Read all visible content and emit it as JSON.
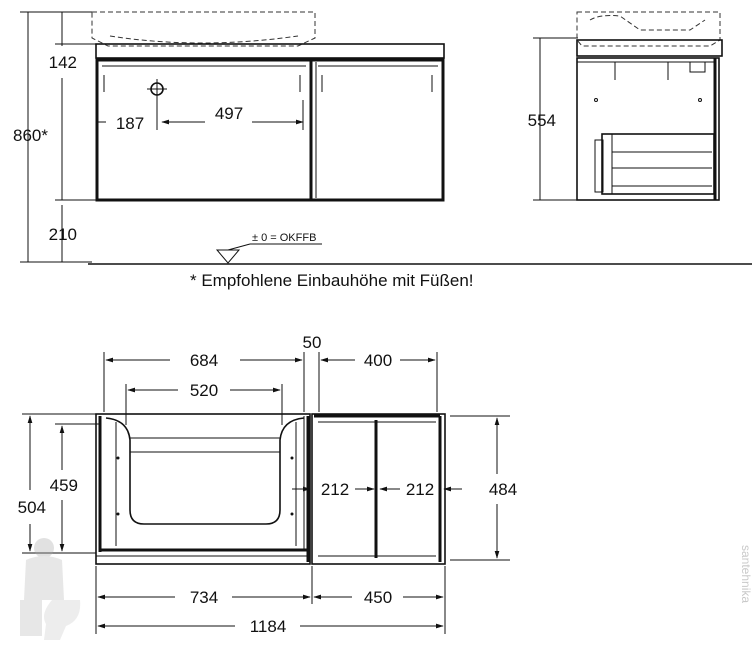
{
  "front_view": {
    "dims": {
      "total_height": "860*",
      "top": "142",
      "bottom": "210",
      "hole_offset": "187",
      "hole_span": "497"
    },
    "floor_label": "± 0 = OKFFB"
  },
  "side_view": {
    "height": "554"
  },
  "footnote": "* Empfohlene Einbauhöhe mit Füßen!",
  "plan_view": {
    "dims": {
      "left_inner": "684",
      "gap": "50",
      "right_inner": "400",
      "basin": "520",
      "left_depth_outer": "504",
      "left_depth_inner": "459",
      "compartment_a": "212",
      "compartment_b": "212",
      "right_depth": "484",
      "left_width": "734",
      "right_width": "450",
      "total_width": "1184"
    }
  },
  "watermark": "santehnika"
}
